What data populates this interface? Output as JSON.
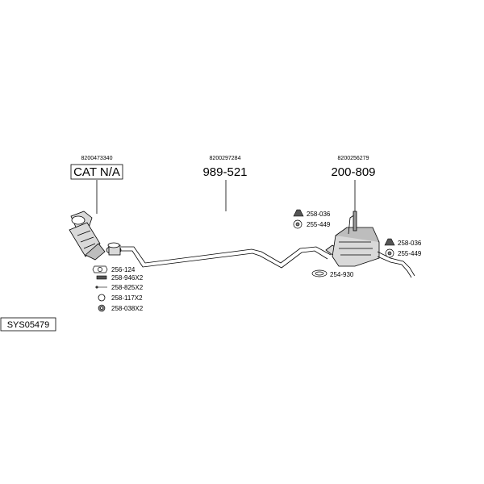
{
  "system_code": "SYS05479",
  "groups": [
    {
      "oem": "8200473340",
      "part": "CAT N/A"
    },
    {
      "oem": "8200297284",
      "part": "989-521"
    },
    {
      "oem": "8200256279",
      "part": "200-809"
    }
  ],
  "fittings_front": [
    {
      "code": "256-124",
      "icon": "gasket-icon"
    },
    {
      "code": "258-946X2",
      "icon": "bolt-icon"
    },
    {
      "code": "258-825X2",
      "icon": "stud-icon"
    },
    {
      "code": "258-117X2",
      "icon": "ring-icon"
    },
    {
      "code": "258-038X2",
      "icon": "nut-icon"
    }
  ],
  "fittings_mid": [
    {
      "code": "258-036",
      "icon": "rubber-mount-icon"
    },
    {
      "code": "255-449",
      "icon": "hanger-icon"
    }
  ],
  "fittings_rear": [
    {
      "code": "258-036",
      "icon": "rubber-mount-icon"
    },
    {
      "code": "255-449",
      "icon": "hanger-icon"
    }
  ],
  "fitting_clamp": {
    "code": "254-930",
    "icon": "clamp-icon"
  },
  "colors": {
    "line": "#000000",
    "part_fill": "#d9d9d9",
    "part_dark": "#9a9a9a",
    "background": "#ffffff"
  }
}
